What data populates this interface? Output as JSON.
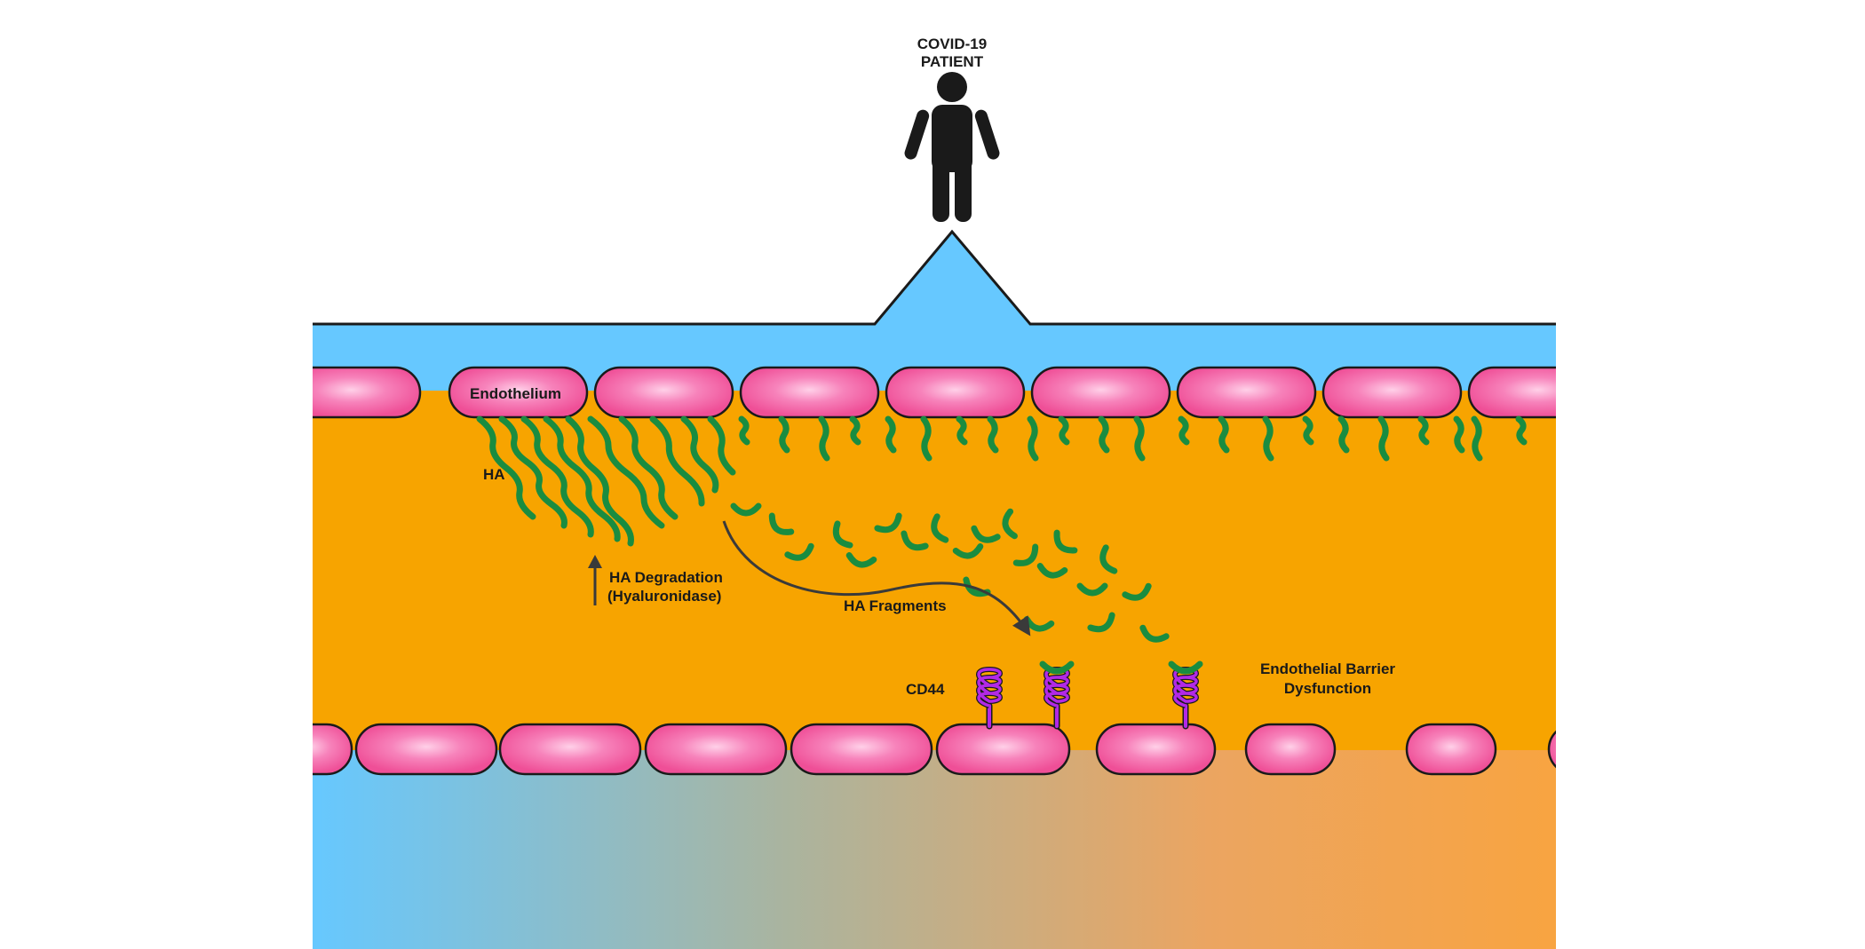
{
  "patient": {
    "line1": "COVID-19",
    "line2": "PATIENT"
  },
  "labels": {
    "endothelium": "Endothelium",
    "ha": "HA",
    "ha_degradation": "HA Degradation",
    "hyaluronidase": "(Hyaluronidase)",
    "ha_fragments": "HA Fragments",
    "cd44": "CD44",
    "barrier_line1": "Endothelial Barrier",
    "barrier_line2": "Dysfunction"
  },
  "colors": {
    "vessel_lumen": "#f7a400",
    "blue_tissue": "#66c8ff",
    "interstitium_orange": "#f8a441",
    "cell_pink": "#f0569c",
    "cell_highlight": "#ffc6e4",
    "hyaluronan_green": "#1a8c40",
    "cd44_purple": "#b229e6",
    "outline": "#1a1a1a"
  },
  "icons": {
    "patient": "person-icon",
    "increase": "up-arrow-icon",
    "flow": "curved-arrow-icon",
    "receptor": "cd44-receptor-icon"
  }
}
